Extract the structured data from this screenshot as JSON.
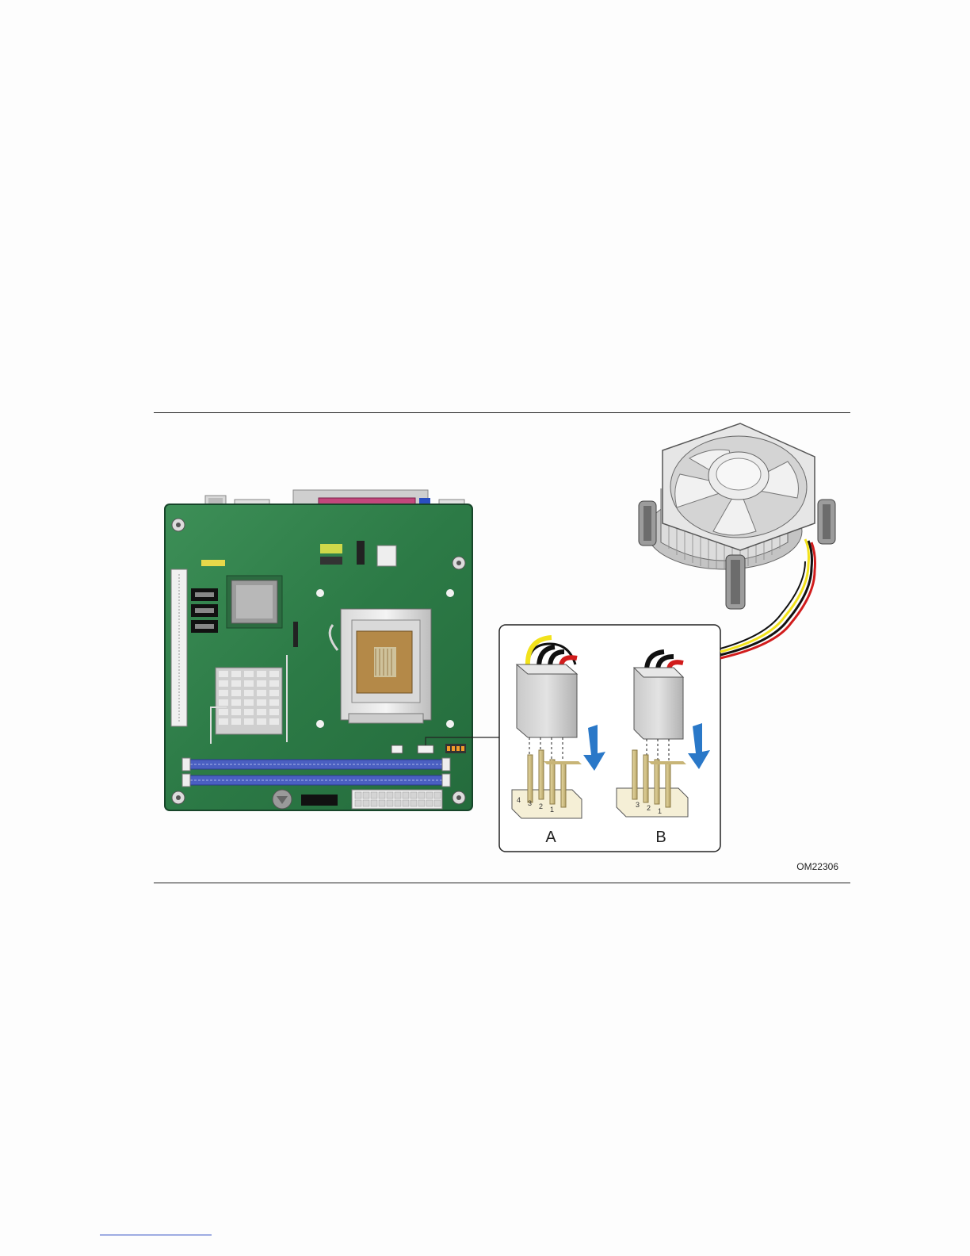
{
  "figure": {
    "id_label": "OM22306",
    "connector_a_label": "A",
    "connector_b_label": "B",
    "pin_numbers_a": [
      "4",
      "3",
      "2",
      "1"
    ],
    "pin_numbers_b": [
      "3",
      "2",
      "1"
    ]
  },
  "colors": {
    "board_green": "#2f7a45",
    "memory_slot_blue": "#4a5fc1",
    "parallel_port_magenta": "#c2487c",
    "arrow_blue": "#2a78c8",
    "wire_yellow": "#f2e21b",
    "wire_black": "#111111",
    "wire_red": "#d11c1c"
  },
  "icons": [
    "processor-fan-heatsink-icon",
    "motherboard-icon",
    "down-arrow-icon"
  ]
}
